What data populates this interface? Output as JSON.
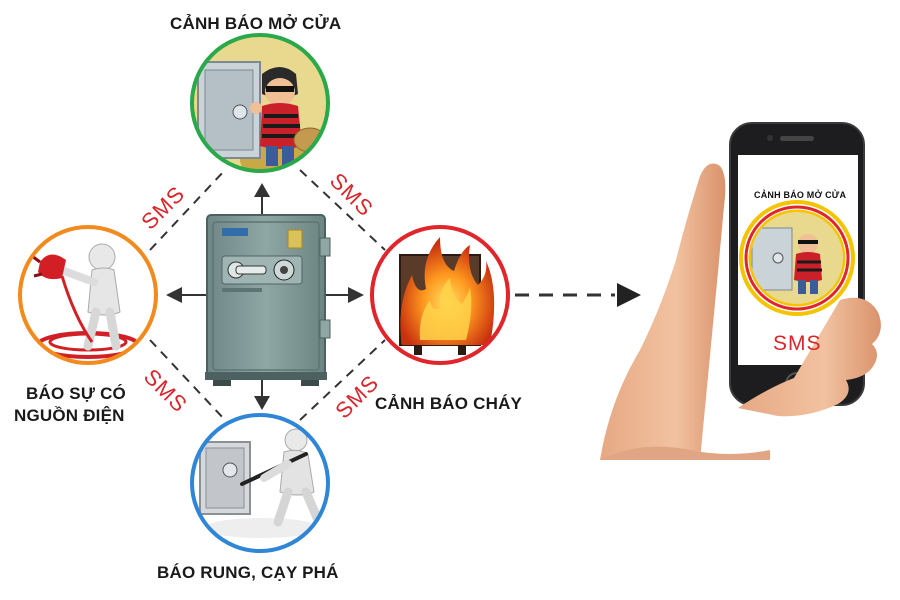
{
  "labels": {
    "top": "CẢNH BÁO MỞ CỬA",
    "right": "CẢNH BÁO CHÁY",
    "left_line1": "BÁO SỰ CÓ",
    "left_line2": "NGUỒN ĐIỆN",
    "bottom": "BÁO RUNG, CẠY PHÁ"
  },
  "sms": {
    "top_left": "SMS",
    "top_right": "SMS",
    "bottom_left": "SMS",
    "bottom_right": "SMS"
  },
  "phone": {
    "screen_title": "CẢNH BÁO MỞ CỬA",
    "screen_sms": "SMS"
  },
  "colors": {
    "top_ring": "#2aa84a",
    "right_ring": "#e0262b",
    "left_ring": "#f28a1e",
    "bottom_ring": "#2f86d6",
    "sms_text": "#d8262b",
    "safe_body": "#7f9a98",
    "phone_screen_rings": [
      "#f4c400",
      "#e0262b"
    ]
  },
  "icons": {
    "center": "safe-icon",
    "top": "burglar-opening-safe-icon",
    "right": "burning-safe-icon",
    "left": "figure-with-power-plug-icon",
    "bottom": "figure-prying-safe-icon",
    "phone_hand": "hand-holding-phone-icon"
  }
}
